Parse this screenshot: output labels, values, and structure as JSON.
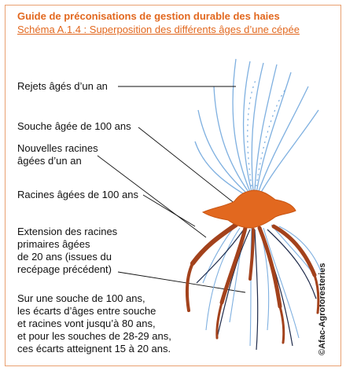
{
  "header": {
    "title": "Guide de préconisations de gestion durable des haies",
    "subtitle": "Schéma A.1.4 : Superposition des différents âges d’une cépée"
  },
  "labels": [
    {
      "lines": [
        "Rejets âgés d’un an"
      ]
    },
    {
      "lines": [
        "Souche âgée de 100 ans"
      ]
    },
    {
      "lines": [
        "Nouvelles racines",
        "âgées d’un an"
      ]
    },
    {
      "lines": [
        "Racines âgées de 100 ans"
      ]
    },
    {
      "lines": [
        "Extension des racines",
        "primaires âgées",
        "de 20 ans (issues du",
        "recépage précédent)"
      ]
    }
  ],
  "note": {
    "lines": [
      "Sur une souche de 100 ans,",
      "les écarts d’âges entre souche",
      "et racines vont jusqu’à 80 ans,",
      "et pour les souches de 28-29 ans,",
      "ces écarts atteignent 15 à 20 ans."
    ]
  },
  "credit": "©Afac-Agroforesteries",
  "colors": {
    "accent": "#e2681f",
    "stump": "#e2681f",
    "young_roots": "#7fb0e0",
    "old_roots": "#a3421c",
    "shoots": "#7fb0e0",
    "dark_roots": "#1e2a4a"
  }
}
